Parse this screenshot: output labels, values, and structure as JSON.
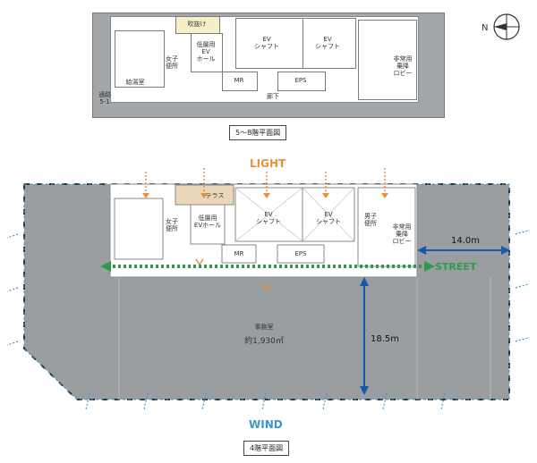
{
  "top_plan": {
    "caption": "5〜8階平面図",
    "labels": {
      "fukinuke": "吹抜け",
      "ev_hall": "低層用\nEV\nホール",
      "ev_shaft_1": "EV\nシャフト",
      "ev_shaft_2": "EV\nシャフト",
      "mr": "MR",
      "eps": "EPS",
      "rouka": "廊下",
      "kyuto": "給湯室",
      "tsuro": "通路\n5-1",
      "joshi": "女子\n便所",
      "noriba": "非常用\n乗降\nロビー"
    }
  },
  "bottom_plan": {
    "caption": "4階平面図",
    "labels": {
      "light": "LIGHT",
      "wind": "WIND",
      "street": "STREET",
      "terrace": "テラス",
      "ev_hall": "低層用\nEVホール",
      "ev_shaft_1": "EV\nシャフト",
      "ev_shaft_2": "EV\nシャフト",
      "mr": "MR",
      "eps": "EPS",
      "jimushitsu": "事務室",
      "area": "約1,930㎡",
      "dim_width": "14.0m",
      "dim_depth": "18.5m",
      "joshi": "女子\n便所",
      "danshi": "男子\n便所",
      "noriba": "非常用\n乗降\nロビー"
    }
  },
  "colors": {
    "light": "#e8913a",
    "wind": "#3d96c8",
    "street": "#2f9a4c",
    "dimension": "#1b58a8",
    "floor": "#9a9ea1",
    "terrace": "#ead6b8"
  },
  "icons": {
    "north": "north-arrow-icon"
  }
}
